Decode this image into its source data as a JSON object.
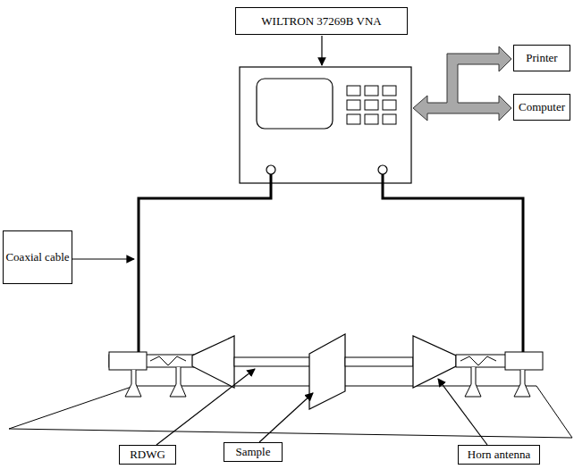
{
  "diagram": {
    "nodes": [
      {
        "text": [
          "WILTRON 37269B VNA"
        ]
      },
      {
        "text": [
          "Printer"
        ]
      },
      {
        "text": [
          "Computer"
        ]
      },
      {
        "text": [
          "Coaxial cable"
        ]
      },
      {
        "text": [
          "RDWG"
        ]
      },
      {
        "text": [
          "Sample"
        ]
      },
      {
        "text": [
          "Horn antenna"
        ]
      }
    ]
  }
}
